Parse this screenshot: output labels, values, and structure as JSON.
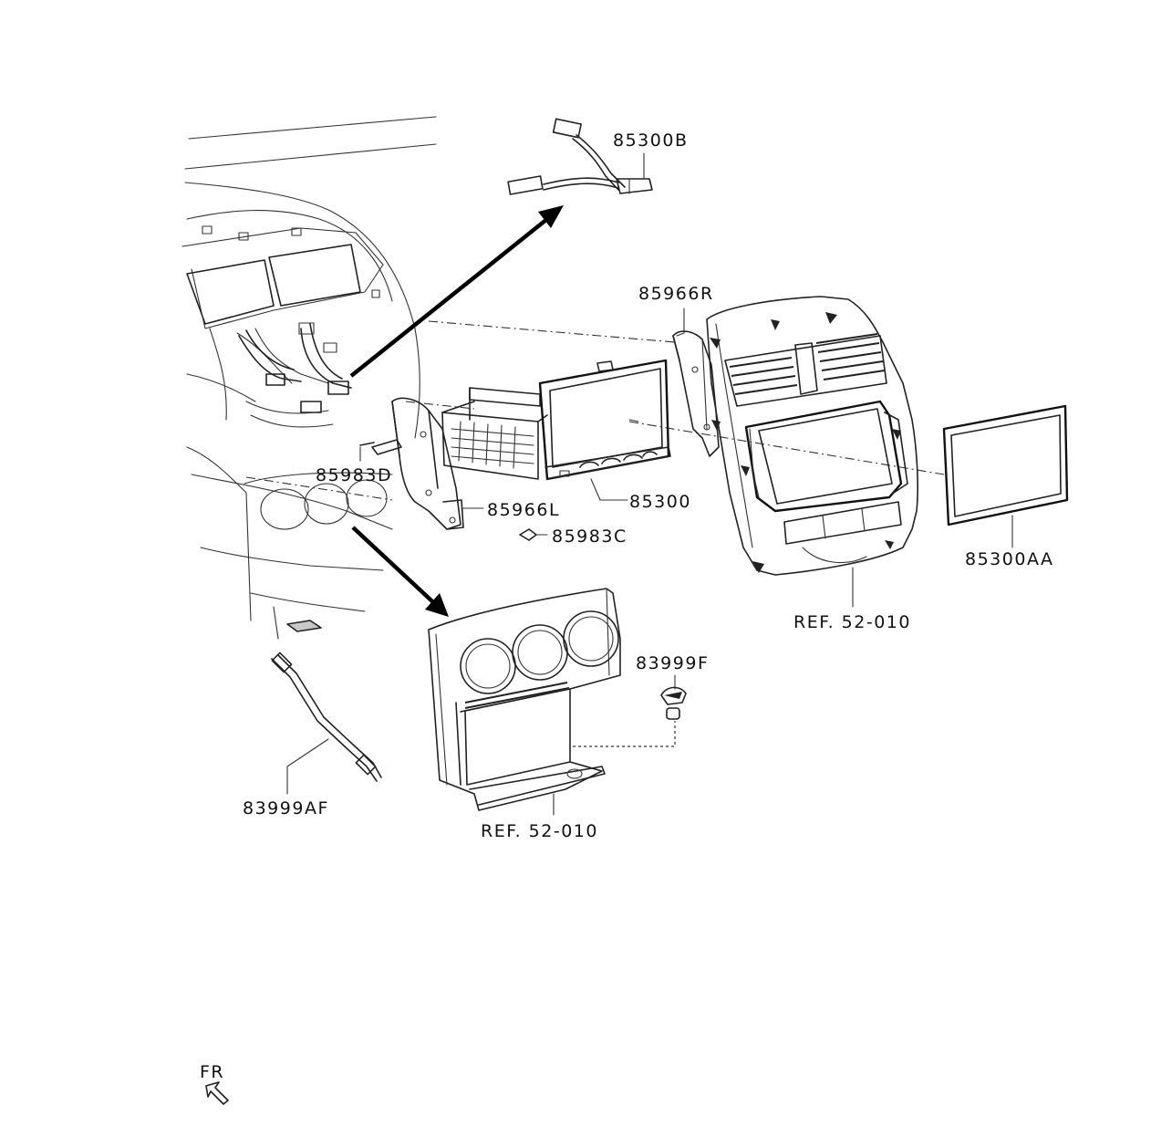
{
  "labels": {
    "p85300B": "85300B",
    "p85966R": "85966R",
    "p85983D": "85983D",
    "p85966L": "85966L",
    "p85300": "85300",
    "p85983C": "85983C",
    "p85300AA": "85300AA",
    "ref_upper": "REF. 52-010",
    "p83999F": "83999F",
    "p83999AF": "83999AF",
    "ref_lower": "REF. 52-010",
    "front_marker": "FR"
  }
}
